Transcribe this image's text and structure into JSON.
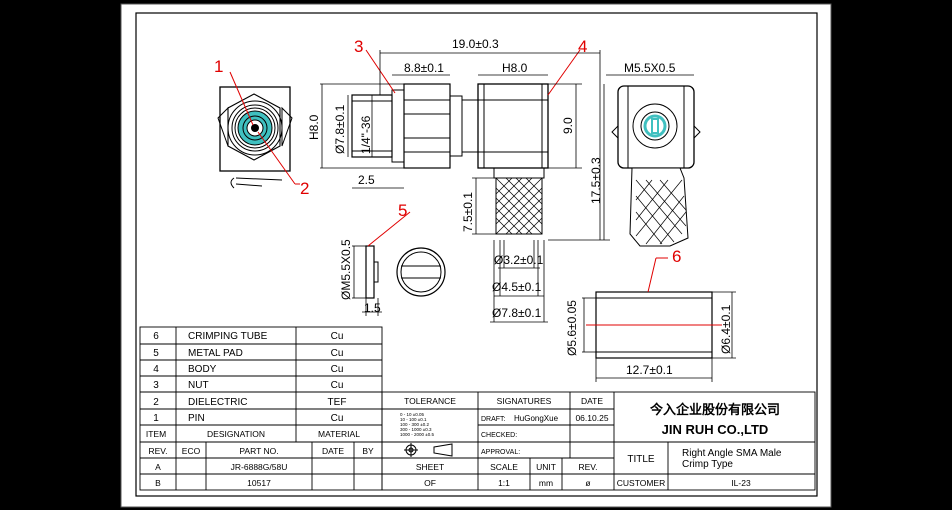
{
  "callouts": [
    "1",
    "2",
    "3",
    "4",
    "5",
    "6"
  ],
  "dims": {
    "overall_length": "19.0±0.3",
    "nut_length": "8.8±0.1",
    "body_hex": "H8.0",
    "nut_hex": "H8.0",
    "m55": "M5.5X0.5",
    "dia78": "Ø7.8±0.1",
    "thread": "1/4\"-36",
    "dim25": "2.5",
    "dim90": "9.0",
    "dim175": "17.5±0.3",
    "dim75": "7.5±0.1",
    "dia32": "Ø3.2±0.1",
    "dia45": "Ø4.5±0.1",
    "dia78b": "Ø7.8±0.1",
    "pad_thread": "ØM5.5X0.5",
    "pad_thk": "1.5",
    "tube_id": "Ø5.6±0.05",
    "tube_od": "Ø6.4±0.1",
    "tube_len": "12.7±0.1"
  },
  "bom": {
    "rows": [
      {
        "item": "6",
        "name": "CRIMPING TUBE",
        "mat": "Cu"
      },
      {
        "item": "5",
        "name": "METAL PAD",
        "mat": "Cu"
      },
      {
        "item": "4",
        "name": "BODY",
        "mat": "Cu"
      },
      {
        "item": "3",
        "name": "NUT",
        "mat": "Cu"
      },
      {
        "item": "2",
        "name": "DIELECTRIC",
        "mat": "TEF"
      },
      {
        "item": "1",
        "name": "PIN",
        "mat": "Cu"
      }
    ],
    "h_item": "ITEM",
    "h_desig": "DESIGNATION",
    "h_mat": "MATERIAL"
  },
  "rev": {
    "h_rev": "REV.",
    "h_eco": "ECO",
    "h_part": "PART NO.",
    "h_date": "DATE",
    "h_by": "BY",
    "rowA_rev": "A",
    "rowA_part": "JR-6888G/58U",
    "rowB_rev": "B",
    "rowB_part": "10517"
  },
  "title_block": {
    "tolerance": "TOLERANCE",
    "tol_lines": [
      "0 - 10   ±0.05",
      "10 - 100  ±0.1",
      "100 - 300  ±0.2",
      "300 - 1000 ±0.3",
      "1000 - 2000 ±0.5"
    ],
    "signatures": "SIGNATURES",
    "date_h": "DATE",
    "draft": "DRAFT:",
    "drafter": "HuGongXue",
    "draft_date": "06.10.25",
    "checked": "CHECKED:",
    "approval": "APPROVAL:",
    "sheet": "SHEET",
    "sheet_val": "OF",
    "scale": "SCALE",
    "scale_val": "1:1",
    "unit": "UNIT",
    "unit_val": "mm",
    "rev": "REV.",
    "rev_val": "ø",
    "company_cn": "今入企业股份有限公司",
    "company_en": "JIN  RUH  CO.,LTD",
    "title": "TITLE",
    "title_line1": "Right Angle SMA Male",
    "title_line2": "Crimp Type",
    "customer": "CUSTOMER",
    "customer_val": "IL-23"
  },
  "colors": {
    "callout": "#e00000",
    "cyan": "#40c0c0",
    "frame": "#000000"
  }
}
